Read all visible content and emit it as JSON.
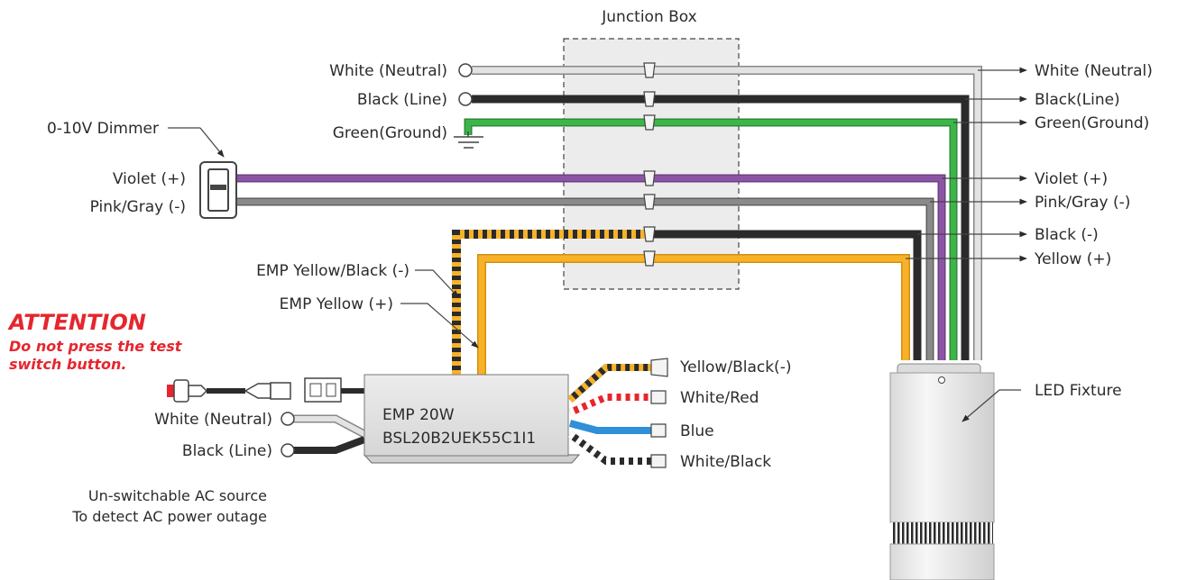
{
  "junction_box": {
    "label": "Junction Box"
  },
  "source": {
    "white": "White (Neutral)",
    "black": "Black (Line)",
    "green": "Green(Ground)"
  },
  "dimmer": {
    "label": "0-10V Dimmer",
    "violet": "Violet (+)",
    "pink": "Pink/Gray (-)"
  },
  "emp_leads": {
    "yellow_black": "EMP Yellow/Black (-)",
    "yellow": "EMP Yellow (+)"
  },
  "attention": {
    "title": "ATTENTION",
    "line1": "Do not press the test",
    "line2": "switch button."
  },
  "emp_unit": {
    "name": "EMP 20W",
    "model": "BSL20B2UEK55C1I1",
    "white": "White (Neutral)",
    "black": "Black (Line)",
    "note_line1": "Un-switchable AC source",
    "note_line2": "To detect AC power outage"
  },
  "emp_outputs": [
    "Yellow/Black(-)",
    "White/Red",
    "Blue",
    "White/Black"
  ],
  "fixture_leads": [
    "White (Neutral)",
    "Black(Line)",
    "Green(Ground)",
    "Violet (+)",
    "Pink/Gray (-)",
    "Black (-)",
    "Yellow (+)"
  ],
  "fixture": {
    "label": "LED Fixture"
  },
  "colors": {
    "white_wire": "#e3e3e3",
    "black_wire": "#2b2b2b",
    "green_wire": "#3db54a",
    "violet_wire": "#8c55a3",
    "gray_wire": "#7d7d7d",
    "yellow_wire": "#f8b229",
    "red_stripe": "#e5262e",
    "blue_wire": "#2f8fd8",
    "attention": "#e5262e"
  }
}
